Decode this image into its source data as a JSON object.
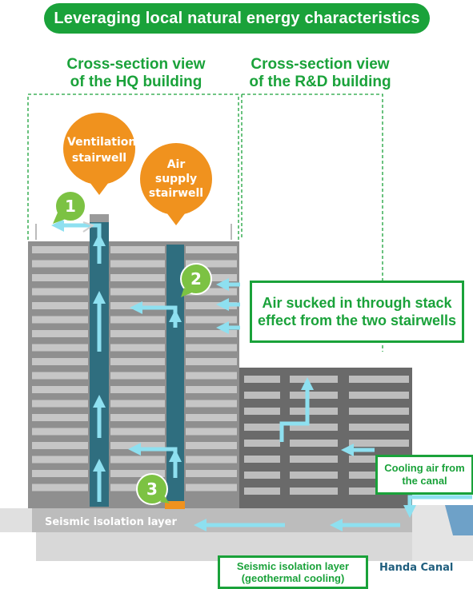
{
  "title": "Leveraging local natural energy characteristics",
  "headers": {
    "hq": [
      "Cross-section view",
      "of the HQ building"
    ],
    "rd": [
      "Cross-section view",
      "of the R&D building"
    ]
  },
  "bubbles": {
    "ventilation": [
      "Ventilation",
      "stairwell"
    ],
    "air_supply": [
      "Air",
      "supply",
      "stairwell"
    ]
  },
  "markers": [
    "1",
    "2",
    "3"
  ],
  "callouts": {
    "air_sucked": [
      "Air sucked in through stack",
      "effect from the two stairwells"
    ],
    "cooling_air": [
      "Cooling air from",
      "the canal"
    ],
    "seismic_geo": [
      "Seismic isolation layer",
      "(geothermal cooling)"
    ]
  },
  "labels": {
    "seismic_layer": "Seismic isolation layer",
    "handa_canal": "Handa Canal"
  },
  "colors": {
    "green": "#1aa23a",
    "light_green": "#7cc243",
    "orange": "#f0921e",
    "shaft": "#2f6e7f",
    "arrow": "#8ee0f0",
    "building": "#8f8f8f",
    "slab": "#c6c6c6"
  }
}
